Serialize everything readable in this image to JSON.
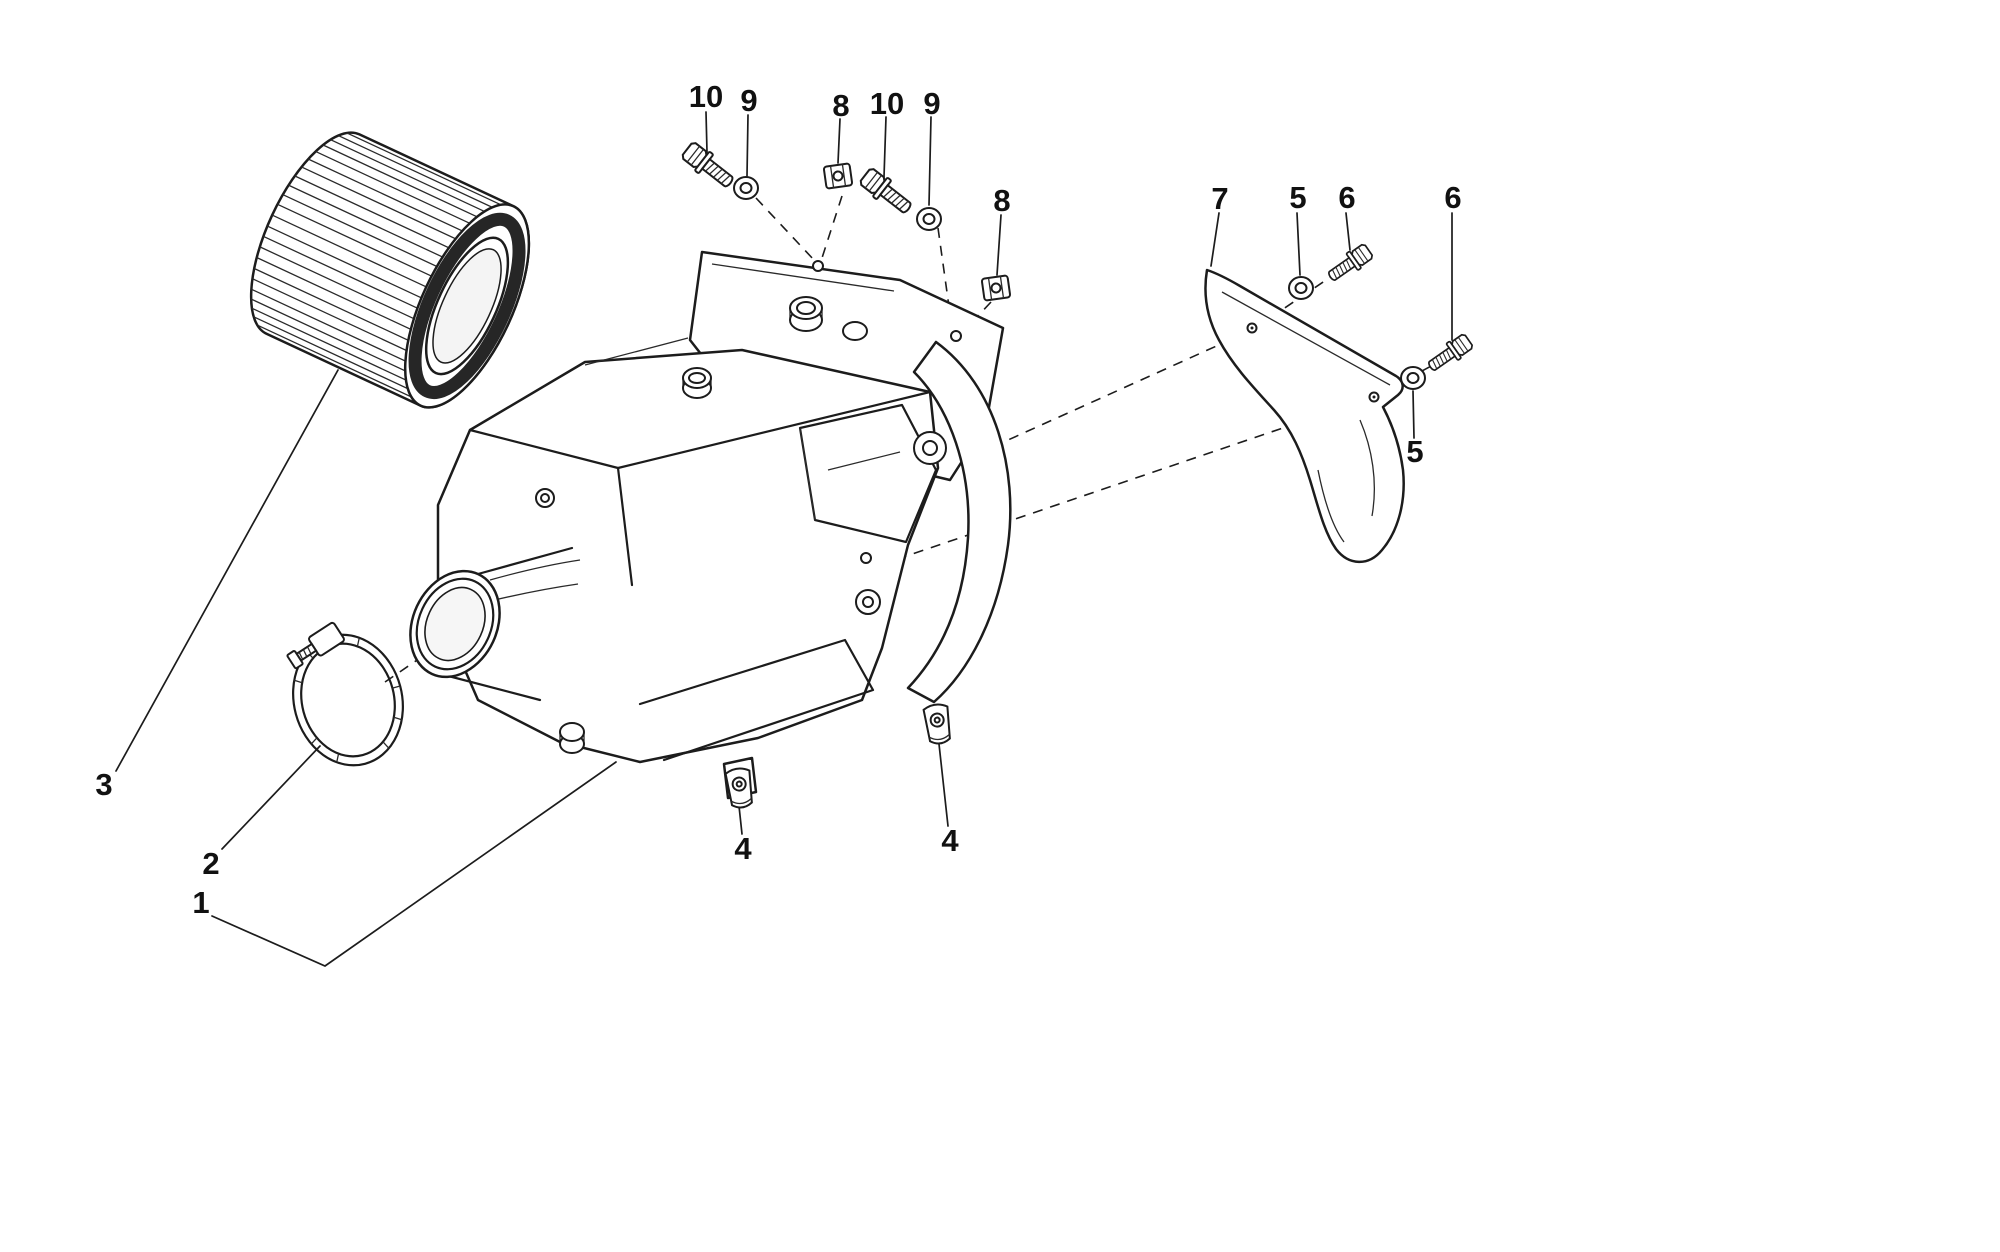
{
  "page": {
    "background": "#ffffff"
  },
  "colors": {
    "line": "#1c1c1c",
    "filter_seal": "#262626",
    "background": "#ffffff"
  },
  "diagram": {
    "callouts": [
      {
        "label": "10",
        "part": "hex-bolt-upper-left"
      },
      {
        "label": "9",
        "part": "washer-upper-left"
      },
      {
        "label": "8",
        "part": "clip-nut-upper-left"
      },
      {
        "label": "10",
        "part": "hex-bolt-upper-right"
      },
      {
        "label": "9",
        "part": "washer-upper-right"
      },
      {
        "label": "8",
        "part": "clip-nut-right"
      },
      {
        "label": "7",
        "part": "heat-shield-bracket"
      },
      {
        "label": "5",
        "part": "washer-bracket-upper"
      },
      {
        "label": "6",
        "part": "screw-bracket-upper"
      },
      {
        "label": "6",
        "part": "screw-bracket-lower"
      },
      {
        "label": "5",
        "part": "washer-bracket-lower"
      },
      {
        "label": "3",
        "part": "air-filter-element"
      },
      {
        "label": "2",
        "part": "hose-clamp"
      },
      {
        "label": "1",
        "part": "air-box-housing"
      },
      {
        "label": "4",
        "part": "retaining-clip-left"
      },
      {
        "label": "4",
        "part": "retaining-clip-right"
      }
    ]
  }
}
